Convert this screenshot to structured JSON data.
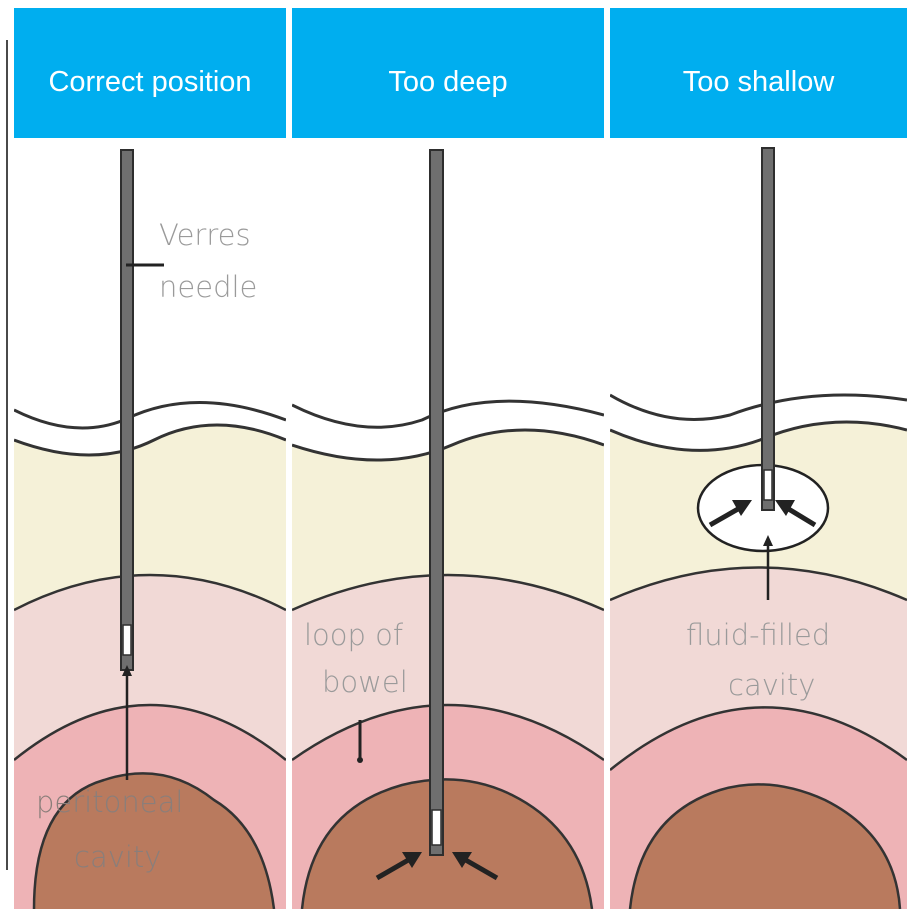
{
  "panels": [
    {
      "title": "Correct position",
      "labels": {
        "needle_line1": "Verres",
        "needle_line2": "needle",
        "cavity_line1": "peritoneal",
        "cavity_line2": "cavity"
      }
    },
    {
      "title": "Too deep",
      "labels": {
        "bowel_line1": "loop of",
        "bowel_line2": "bowel"
      }
    },
    {
      "title": "Too shallow",
      "labels": {
        "fluid_line1": "fluid-filled",
        "fluid_line2": "cavity"
      }
    }
  ],
  "colors": {
    "header_bg": "#00aeef",
    "header_text": "#ffffff",
    "fat_layer": "#f5f1d8",
    "muscle_layer": "#f1d9d6",
    "peritoneum_layer": "#eeb3b6",
    "bowel": "#b97a5e",
    "needle": "#6f6f6f"
  }
}
